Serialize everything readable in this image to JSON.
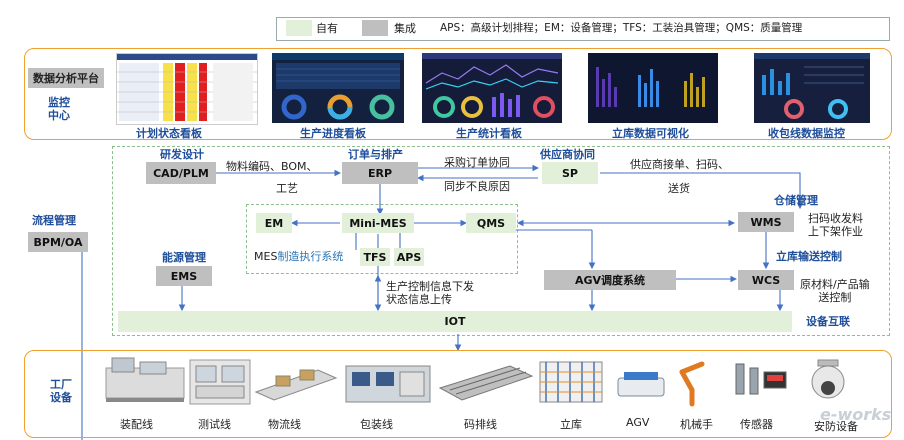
{
  "legend": {
    "own_label": "自有",
    "integrated_label": "集成",
    "abbreviations": "APS：高级计划排程；EM：设备管理；TFS：工装治具管理；QMS：质量管理"
  },
  "monitor": {
    "platform_label": "数据分析平台",
    "section_label": "监控\n中心",
    "boards": [
      "计划状态看板",
      "生产进度看板",
      "生产统计看板",
      "立库数据可视化",
      "收包线数据监控"
    ]
  },
  "process": {
    "rd_title": "研发设计",
    "cadplm": "CAD/PLM",
    "order_title": "订单与排产",
    "erp": "ERP",
    "material_info": "物料编码、BOM、",
    "process_info": "工艺",
    "purchase_sync": "采购订单协同",
    "defect_sync": "同步不良原因",
    "supplier_title": "供应商协同",
    "sp": "SP",
    "supplier_info": "供应商接单、扫码、",
    "delivery": "送货",
    "storage_title": "仓储管理",
    "wms": "WMS",
    "wms_info": "扫码收发料\n上下架作业",
    "flow_title": "流程管理",
    "bpmoa": "BPM/OA",
    "em": "EM",
    "minimes": "Mini-MES",
    "qms": "QMS",
    "tfs": "TFS",
    "aps": "APS",
    "mes_label_prefix": "MES",
    "mes_label_suffix": "制造执行系统",
    "energy_title": "能源管理",
    "ems": "EMS",
    "prod_info": "生产控制信息下发\n状态信息上传",
    "agv_system": "AGV调度系统",
    "lib_control": "立库输送控制",
    "wcs": "WCS",
    "wcs_info": "原材料/产品输\n送控制",
    "iot": "IOT",
    "device_link": "设备互联"
  },
  "factory": {
    "section_label": "工厂\n设备",
    "devices": [
      "装配线",
      "测试线",
      "物流线",
      "包装线",
      "码排线",
      "立库",
      "AGV",
      "机械手",
      "传感器",
      "安防设备"
    ]
  },
  "watermark": "e-works",
  "colors": {
    "panel_border": "#f0a030",
    "dashed_border": "#8cc08c",
    "own_fill": "#e2efd9",
    "integrated_fill": "#bfbfbf",
    "title_blue": "#1f4e9a",
    "arrow": "#4472c4"
  }
}
